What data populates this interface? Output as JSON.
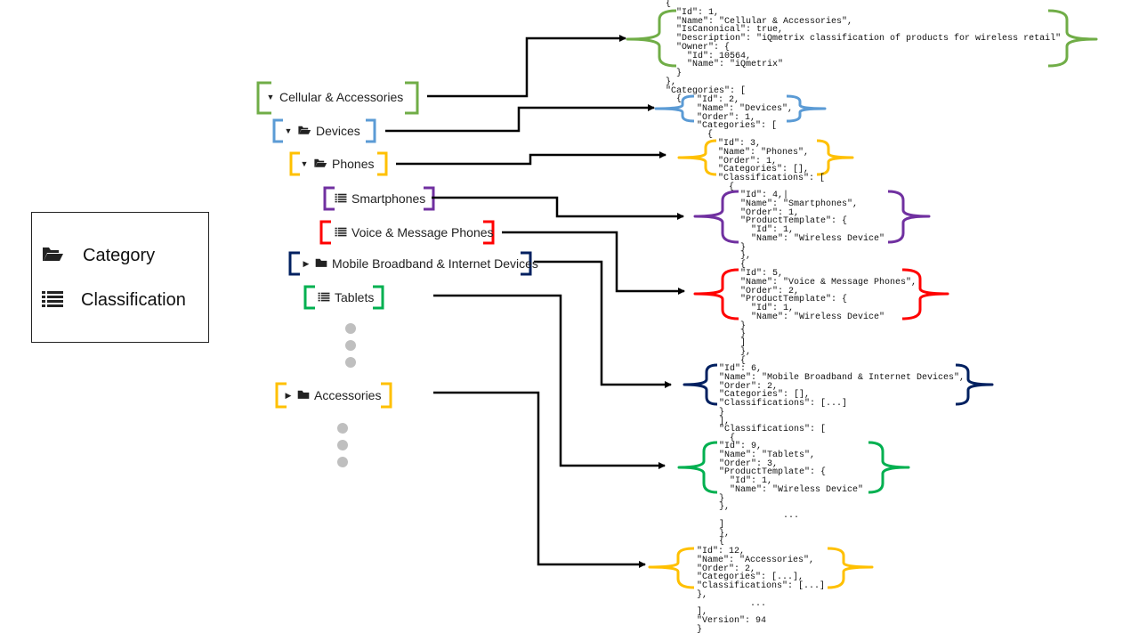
{
  "legend": {
    "category_label": "Category",
    "classification_label": "Classification",
    "category_icon": "folder-open-icon",
    "classification_icon": "list-icon"
  },
  "tree": {
    "cellular": "Cellular & Accessories",
    "devices": "Devices",
    "phones": "Phones",
    "smartphones": "Smartphones",
    "voice": "Voice & Message Phones",
    "mobile": "Mobile Broadband & Internet Devices",
    "tablets": "Tablets",
    "accessories": "Accessories"
  },
  "colors": {
    "green": "#70ad47",
    "blue": "#5b9bd5",
    "yellow": "#ffc000",
    "purple": "#7030a0",
    "red": "#ff0000",
    "navy": "#002060",
    "dark_green": "#00b050",
    "gray_dot": "#bfbfbf"
  },
  "json_text": {
    "block1": "{\n  \"Id\": 1,\n  \"Name\": \"Cellular & Accessories\",\n  \"IsCanonical\": true,\n  \"Description\": \"iQmetrix classification of products for wireless retail\"\n  \"Owner\": {\n    \"Id\": 10564,\n    \"Name\": \"iQmetrix\"\n  }\n},\n\"Categories\": [\n  {",
    "block2": "\"Id\": 2,\n\"Name\": \"Devices\",\n\"Order\": 1,\n\"Categories\": [\n  {",
    "block3": "\"Id\": 3,\n\"Name\": \"Phones\",\n\"Order\": 1,\n\"Categories\": [],\n\"Classifications\": [\n  {",
    "block4": "\"Id\": 4,|\n\"Name\": \"Smartphones\",\n\"Order\": 1,\n\"ProductTemplate\": {\n  \"Id\": 1,\n  \"Name\": \"Wireless Device\"\n}\n},\n{",
    "block5": "\"Id\": 5,\n\"Name\": \"Voice & Message Phones\",\n\"Order\": 2,\n\"ProductTemplate\": {\n  \"Id\": 1,\n  \"Name\": \"Wireless Device\"\n}\n}\n]\n},\n{",
    "block6": "\"Id\": 6,\n\"Name\": \"Mobile Broadband & Internet Devices\",\n\"Order\": 2,\n\"Categories\": [],\n\"Classifications\": [...]\n}\n],\n\"Classifications\": [\n  {",
    "block7": "\"Id\": 9,\n\"Name\": \"Tablets\",\n\"Order\": 3,\n\"ProductTemplate\": {\n  \"Id\": 1,\n  \"Name\": \"Wireless Device\"\n}\n},\n            ...\n]\n},\n{",
    "block8": "\"Id\": 12,\n\"Name\": \"Accessories\",\n\"Order\": 2,\n\"Categories\": [...],\n\"Classifications\": [...]\n},\n          ...\n],\n\"Version\": 94\n}"
  }
}
